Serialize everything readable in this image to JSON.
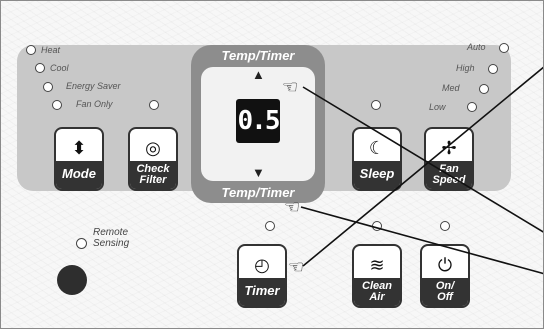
{
  "modes": [
    "Heat",
    "Cool",
    "Energy Saver",
    "Fan Only"
  ],
  "fan_speeds": [
    "Auto",
    "High",
    "Med",
    "Low"
  ],
  "display": {
    "value": "0.5",
    "label_top": "Temp/Timer",
    "label_bottom": "Temp/Timer"
  },
  "buttons": {
    "mode": "Mode",
    "check_filter": [
      "Check",
      "Filter"
    ],
    "sleep": "Sleep",
    "fan_speed": [
      "Fan",
      "Speed"
    ],
    "timer": "Timer",
    "clean_air": [
      "Clean",
      "Air"
    ],
    "on_off": [
      "On/",
      "Off"
    ]
  },
  "remote_sensing": [
    "Remote",
    "Sensing"
  ],
  "icons": {
    "mode": "up-down-arrows-icon",
    "check_filter": "filter-dots-icon",
    "sleep": "moon-icon",
    "fan_speed": "fan-icon",
    "timer": "clock-icon",
    "clean_air": "air-waves-icon",
    "on_off": "power-icon",
    "pointer": "pointing-hand-icon"
  }
}
